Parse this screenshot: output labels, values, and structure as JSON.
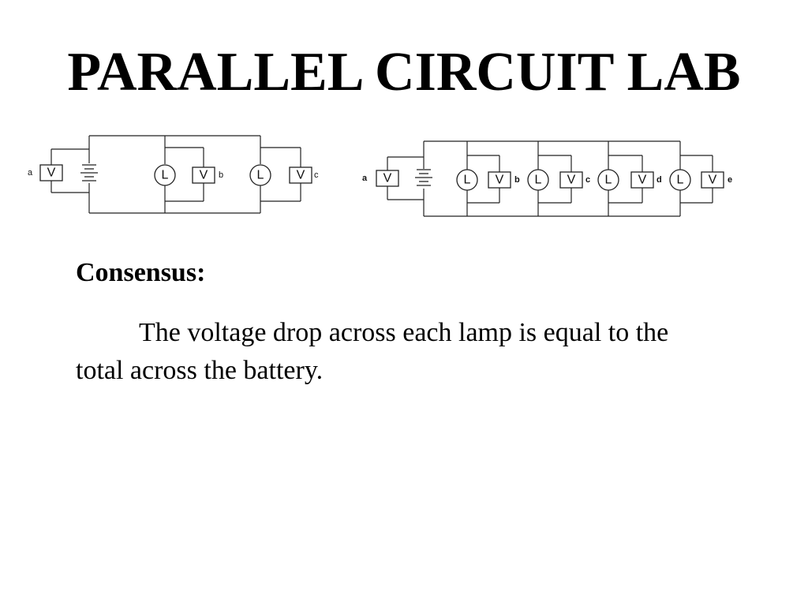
{
  "slide": {
    "title": "PARALLEL CIRCUIT LAB",
    "heading": "Consensus:",
    "body": "The voltage drop across each lamp is equal to the total across the battery."
  },
  "diagram_small": {
    "meter_symbol": "V",
    "lamp_symbol": "L",
    "points": [
      "a",
      "b",
      "c"
    ]
  },
  "diagram_large": {
    "meter_symbol": "V",
    "lamp_symbol": "L",
    "points": [
      "a",
      "b",
      "c",
      "d",
      "e"
    ]
  }
}
